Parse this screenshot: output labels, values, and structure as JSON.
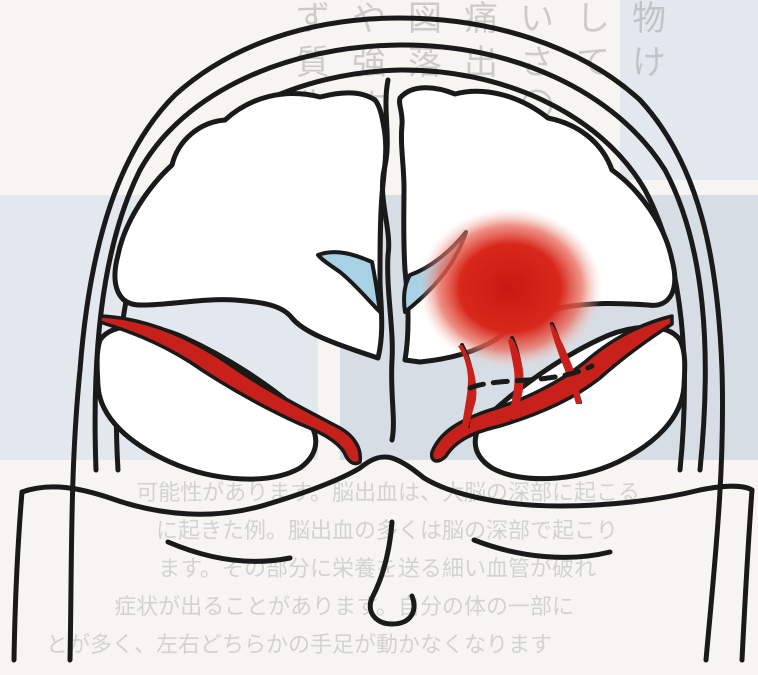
{
  "background_text": {
    "top_right_chars": [
      "ず",
      "や",
      "図",
      "痛",
      "い",
      "し",
      "物",
      "質",
      "強",
      "落",
      "出",
      "さ",
      "て",
      "け",
      "生",
      "す",
      "×",
      "ら",
      "〇"
    ],
    "bottom_lines": [
      "可能性があります。脳出血は、大脳の深部に起こる",
      "に起きた例。脳出血の多くは脳の深部で起こり",
      "ます。その部分に栄養を送る細い血管が破れ",
      "症状が出ることがあります。自分の体の一部に",
      "とが多く、左右どちらかの手足が動かなくなります"
    ]
  },
  "legend": {
    "hemorrhage_color": "#d2231b",
    "vessel_color": "#c8201a",
    "ventricle_color": "#a9d1e4",
    "outline_color": "#1a1a1a"
  }
}
